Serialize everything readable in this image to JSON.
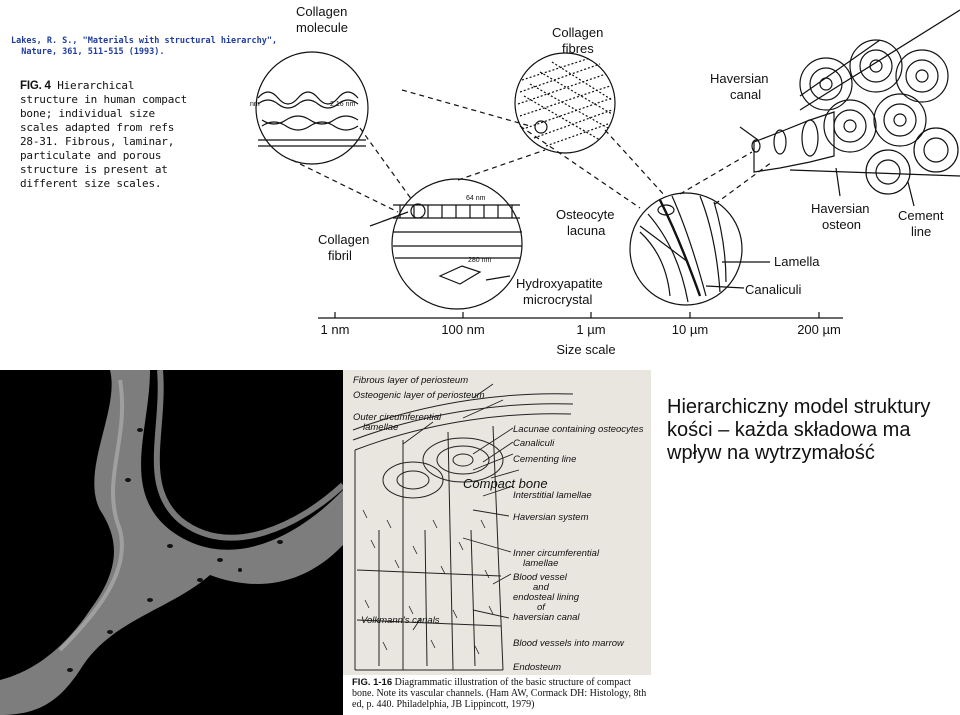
{
  "reference": {
    "line1": "Lakes, R. S., \"Materials with structural hierarchy\",",
    "line2": "  Nature, 361, 511-515 (1993)."
  },
  "fig4_caption": {
    "label": "FIG. 4",
    "text": "Hierarchical structure in human compact bone; individual size scales adapted from refs 28-31. Fibrous, laminar, particulate and porous structure is present at different size scales."
  },
  "hierarchy_diagram": {
    "labels": {
      "collagen_molecule_1": "Collagen",
      "collagen_molecule_2": "molecule",
      "collagen_fibres_1": "Collagen",
      "collagen_fibres_2": "fibres",
      "haversian_canal_1": "Haversian",
      "haversian_canal_2": "canal",
      "haversian_osteon_1": "Haversian",
      "haversian_osteon_2": "osteon",
      "cement_line_1": "Cement",
      "cement_line_2": "line",
      "lamella": "Lamella",
      "canaliculi": "Canaliculi",
      "osteocyte_lacuna_1": "Osteocyte",
      "osteocyte_lacuna_2": "lacuna",
      "collagen_fibril_1": "Collagen",
      "collagen_fibril_2": "fibril",
      "hydroxyapatite_1": "Hydroxyapatite",
      "hydroxyapatite_2": "microcrystal",
      "dim_nm": "nm",
      "dim_216": "2 16 nm",
      "dim_64": "64 nm",
      "dim_280": "280 nm"
    },
    "size_scale": {
      "ticks": [
        "1 nm",
        "100 nm",
        "1 µm",
        "10 µm",
        "200 µm"
      ],
      "title": "Size scale"
    }
  },
  "histology": {
    "labels": {
      "fibrous_layer": "Fibrous layer of periosteum",
      "osteogenic_layer": "Osteogenic layer of periosteum",
      "outer_circ_1": "Outer circumferential",
      "outer_circ_2": "lamellae",
      "lacunae": "Lacunae containing osteocytes",
      "canaliculi": "Canaliculi",
      "cementing_line": "Cementing line",
      "compact_bone": "Compact bone",
      "interstitial": "Interstitial lamellae",
      "haversian_system": "Haversian system",
      "inner_circ_1": "Inner circumferential",
      "inner_circ_2": "lamellae",
      "blood_vessel_1": "Blood vessel",
      "blood_vessel_2": "and",
      "blood_vessel_3": "endosteal lining",
      "blood_vessel_4": "of",
      "blood_vessel_5": "haversian canal",
      "volkmann": "Volkmann's canals",
      "marrow_vessels": "Blood vessels into marrow",
      "endosteum": "Endosteum"
    },
    "caption": {
      "label": "FIG. 1-16",
      "text": "Diagrammatic illustration of the basic structure of compact bone. Note its vascular channels. (Ham AW, Cormack DH: Histology, 8th ed, p. 440. Philadelphia, JB Lippincott, 1979)"
    }
  },
  "slide_text": "Hierarchiczny model struktury kości – każda składowa ma wpływ na wytrzymałość"
}
